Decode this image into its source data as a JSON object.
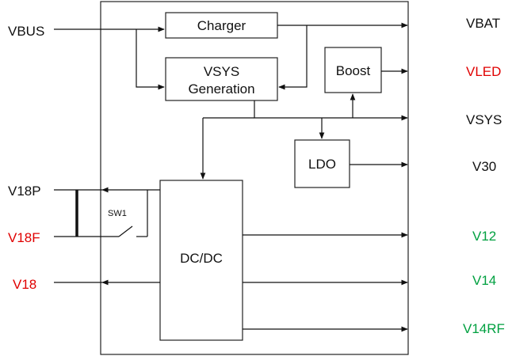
{
  "colors": {
    "default": "#111111",
    "red": "#e00000",
    "green": "#00a040"
  },
  "blocks": {
    "charger": "Charger",
    "vsys_gen_line1": "VSYS",
    "vsys_gen_line2": "Generation",
    "boost": "Boost",
    "ldo": "LDO",
    "dcdc": "DC/DC",
    "sw1": "SW1"
  },
  "inputs": {
    "vbus": "VBUS",
    "v18p": "V18P",
    "v18f": "V18F",
    "v18": "V18"
  },
  "outputs": {
    "vbat": "VBAT",
    "vled": "VLED",
    "vsys": "VSYS",
    "v30": "V30",
    "v12": "V12",
    "v14": "V14",
    "v14rf": "V14RF"
  }
}
